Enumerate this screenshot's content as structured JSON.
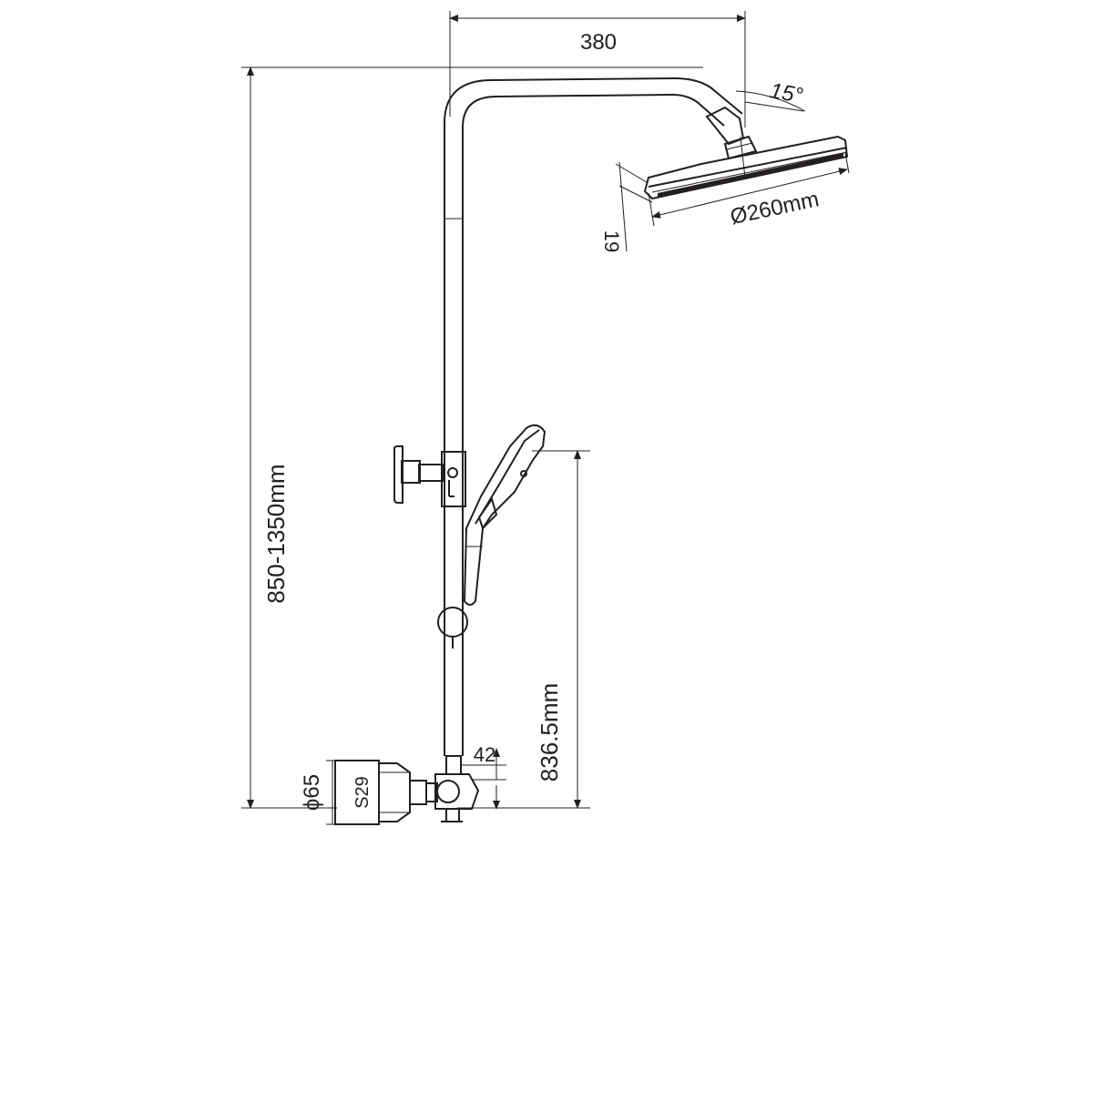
{
  "dimensions": {
    "arm_length": "380",
    "tilt_angle": "15°",
    "head_diameter": "Ø260mm",
    "head_thickness": "19",
    "total_height": "850-1350mm",
    "holder_height": "836.5mm",
    "inlet_offset": "42",
    "inlet_diameter": "ϕ65",
    "inlet_thread": "S29"
  }
}
